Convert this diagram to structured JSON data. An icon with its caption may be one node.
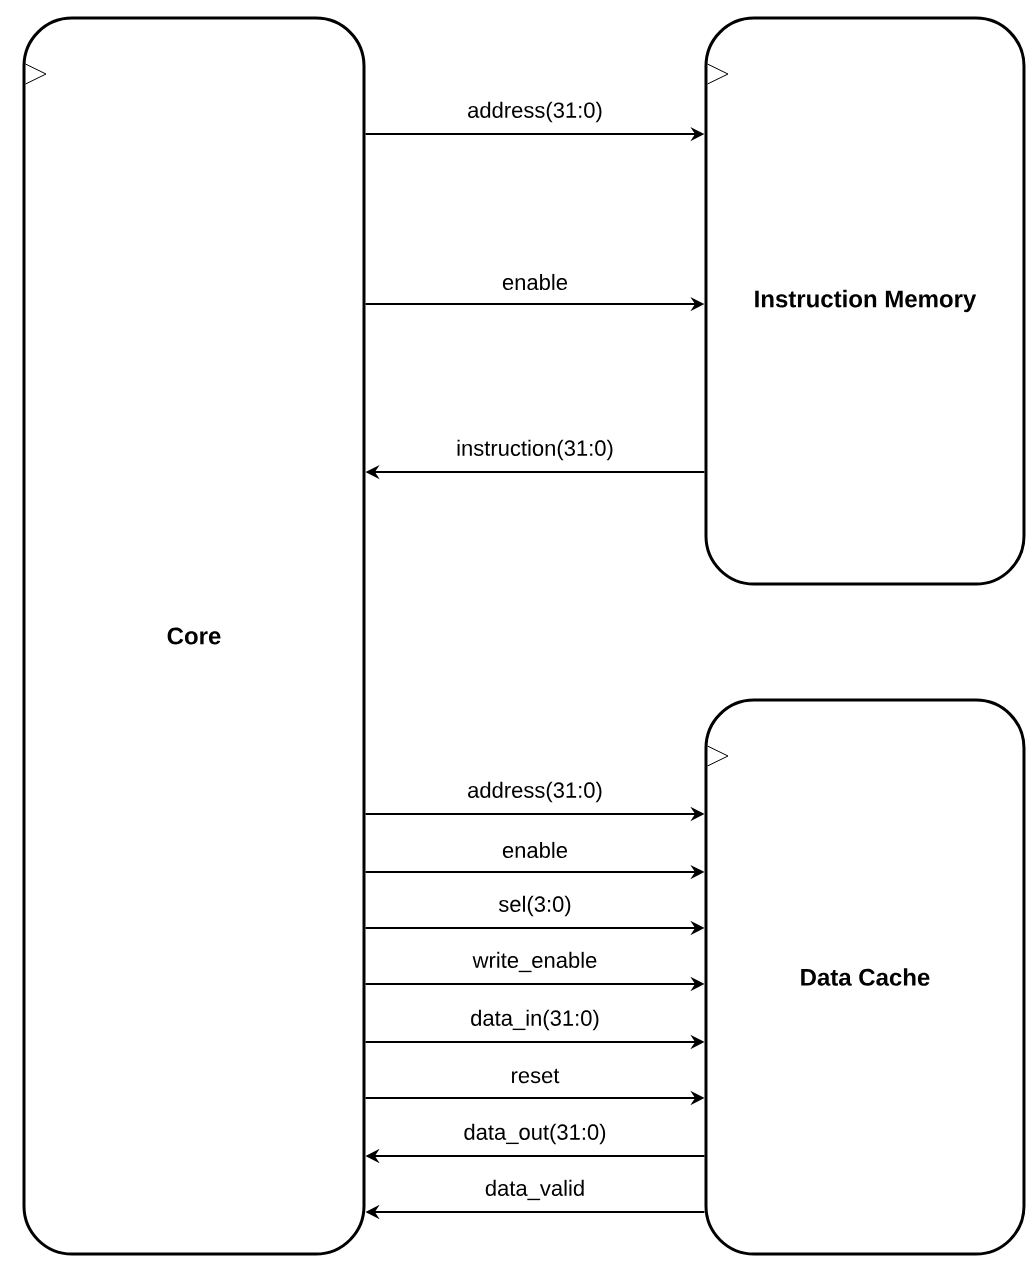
{
  "diagram": {
    "nodes": [
      {
        "text": [
          "Core"
        ]
      },
      {
        "text": [
          "Instruction Memory"
        ]
      },
      {
        "text": [
          "Data Cache"
        ]
      }
    ],
    "edges": [
      {
        "from": 0,
        "to": 1,
        "arrow": "to",
        "label": "address(31:0)"
      },
      {
        "from": 0,
        "to": 1,
        "arrow": "to",
        "label": "enable"
      },
      {
        "from": 1,
        "to": 0,
        "arrow": "to",
        "label": "instruction(31:0)"
      },
      {
        "from": 0,
        "to": 2,
        "arrow": "to",
        "label": "address(31:0)"
      },
      {
        "from": 0,
        "to": 2,
        "arrow": "to",
        "label": "enable"
      },
      {
        "from": 0,
        "to": 2,
        "arrow": "to",
        "label": "sel(3:0)"
      },
      {
        "from": 0,
        "to": 2,
        "arrow": "to",
        "label": "write_enable"
      },
      {
        "from": 0,
        "to": 2,
        "arrow": "to",
        "label": "data_in(31:0)"
      },
      {
        "from": 0,
        "to": 2,
        "arrow": "to",
        "label": "reset"
      },
      {
        "from": 2,
        "to": 0,
        "arrow": "to",
        "label": "data_out(31:0)"
      },
      {
        "from": 2,
        "to": 0,
        "arrow": "to",
        "label": "data_valid"
      }
    ]
  }
}
